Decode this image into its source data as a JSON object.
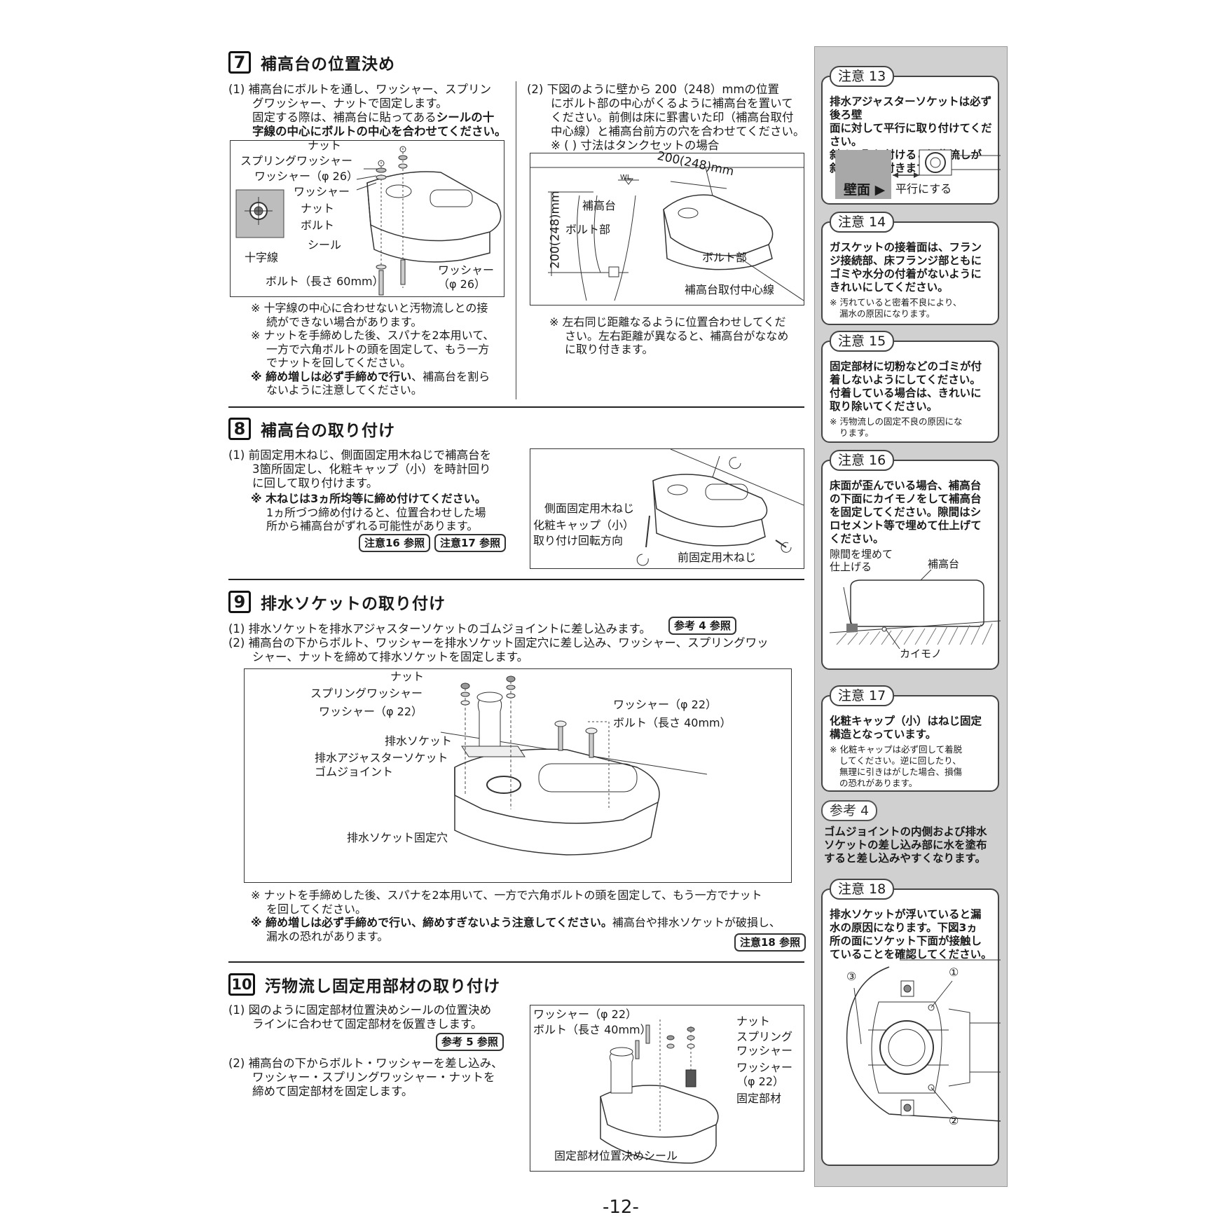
{
  "s7": {
    "num": "7",
    "title": "補高台の位置決め",
    "p1a": "(1) 補高台にボルトを通し、ワッシャー、スプリン",
    "p1b": "グワッシャー、ナットで固定します。",
    "p1c": "固定する際は、補高台に貼ってある",
    "p1d": "シールの十",
    "p1e": "字線の中心にボルトの中心を合わせてください。",
    "p2a": "(2) 下図のように壁から 200（248）mmの位置",
    "p2b": "にボルト部の中心がくるように補高台を置いて",
    "p2c": "ください。前側は床に罫書いた印（補高台取付",
    "p2d": "中心線）と補高台前方の穴を合わせてください。",
    "p2e": "※ ( ) 寸法はタンクセットの場合",
    "fig1": {
      "nut": "ナット",
      "spring": "スプリングワッシャー",
      "washer26": "ワッシャー（φ 26）",
      "washer": "ワッシャー",
      "nut2": "ナット",
      "bolt": "ボルト",
      "seal": "シール",
      "cross": "十字線",
      "bolt60": "ボルト（長さ 60mm）",
      "washer_b": "ワッシャー",
      "phi26": "（φ 26）"
    },
    "fig2": {
      "dim": "200(248)mm",
      "dim_v": "200(248)mm",
      "wl": "WL",
      "base": "補高台",
      "boltpart": "ボルト部",
      "boltpart2": "ボルト部",
      "centerline": "補高台取付中心線"
    },
    "n1a": "※ 十字線の中心に合わせないと汚物流しとの接",
    "n1b": "続ができない場合があります。",
    "n2a": "※ ナットを手締めした後、スパナを2本用いて、",
    "n2b": "一方で六角ボルトの頭を固定して、もう一方",
    "n2c": "でナットを回してください。",
    "n3a": "※ 締め増しは必ず手締めで行い",
    "n3b": "、補高台を割ら",
    "n3c": "ないように注意してください。",
    "n4a": "※ 左右同じ距離なるように位置合わせしてくだ",
    "n4b": "さい。左右距離が異なると、補高台がななめ",
    "n4c": "に取り付きます。"
  },
  "s8": {
    "num": "8",
    "title": "補高台の取り付け",
    "p1a": "(1) 前固定用木ねじ、側面固定用木ねじで補高台を",
    "p1b": "3箇所固定し、化粧キャップ（小）を時計回り",
    "p1c": "に回して取り付けます。",
    "n1a": "※ 木ねじは3ヵ所均等に締め付けてください。",
    "n1b": "1ヵ所づつ締め付けると、位置合わせした場",
    "n1c": "所から補高台がずれる可能性があります。",
    "ref1": "注意16 参照",
    "ref2": "注意17 参照",
    "fig": {
      "side": "側面固定用木ねじ",
      "cap": "化粧キャップ（小）",
      "rot": "取り付け回転方向",
      "front": "前固定用木ねじ"
    }
  },
  "s9": {
    "num": "9",
    "title": "排水ソケットの取り付け",
    "p1": "(1) 排水ソケットを排水アジャスターソケットのゴムジョイントに差し込みます。",
    "ref": "参考 4 参照",
    "p2a": "(2) 補高台の下からボルト、ワッシャーを排水ソケット固定穴に差し込み、ワッシャー、スプリングワッ",
    "p2b": "シャー、ナットを締めて排水ソケットを固定します。",
    "fig": {
      "nut": "ナット",
      "spring": "スプリングワッシャー",
      "washer22a": "ワッシャー（φ 22）",
      "washer22b": "ワッシャー（φ 22）",
      "bolt40": "ボルト（長さ 40mm）",
      "socket": "排水ソケット",
      "adj1": "排水アジャスターソケット",
      "adj2": "ゴムジョイント",
      "hole": "排水ソケット固定穴"
    },
    "n1a": "※ ナットを手締めした後、スパナを2本用いて、一方で六角ボルトの頭を固定して、もう一方でナット",
    "n1b": "を回してください。",
    "n2a": "※ 締め増しは必ず手締めで行い、締めすぎないよう注意してください。",
    "n2b": "補高台や排水ソケットが破損し、",
    "n2c": "漏水の恐れがあります。",
    "ref2": "注意18 参照"
  },
  "s10": {
    "num": "10",
    "title": "汚物流し固定用部材の取り付け",
    "p1a": "(1) 図のように固定部材位置決めシールの位置決め",
    "p1b": "ラインに合わせて固定部材を仮置きします。",
    "ref": "参考 5 参照",
    "p2a": "(2) 補高台の下からボルト・ワッシャーを差し込み、",
    "p2b": "ワッシャー・スプリングワッシャー・ナットを",
    "p2c": "締めて固定部材を固定します。",
    "fig": {
      "washer22": "ワッシャー（φ 22）",
      "bolt40": "ボルト（長さ 40mm）",
      "nut": "ナット",
      "spring1": "スプリング",
      "spring2": "ワッシャー",
      "washer_b": "ワッシャー",
      "phi22": "（φ 22）",
      "member": "固定部材",
      "seal": "固定部材位置決めシール"
    }
  },
  "sidebar": {
    "c13": {
      "tag": "注意 13",
      "t1": "排水アジャスターソケットは必ず後ろ壁",
      "t2": "面に対して平行に取り付けてください。",
      "t3": "斜めに取り付けると汚物流しが",
      "t4": "斜めに取り付きます。",
      "wall": "壁面 ▶",
      "parallel": "平行にする"
    },
    "c14": {
      "tag": "注意 14",
      "t1": "ガスケットの接着面は、フラン",
      "t2": "ジ接続部、床フランジ部ともに",
      "t3": "ゴミや水分の付着がないように",
      "t4": "きれいにしてください。",
      "s1": "※ 汚れていると密着不良により、",
      "s2": "漏水の原因になります。"
    },
    "c15": {
      "tag": "注意 15",
      "t1": "固定部材に切粉などのゴミが付",
      "t2": "着しないようにしてください。",
      "t3": "付着している場合は、きれいに",
      "t4": "取り除いてください。",
      "s1": "※ 汚物流しの固定不良の原因にな",
      "s2": "ります。"
    },
    "c16": {
      "tag": "注意 16",
      "t1": "床面が歪んでいる場合、補高台",
      "t2": "の下面にカイモノをして補高台",
      "t3": "を固定してください。隙間はシ",
      "t4": "ロセメント等で埋めて仕上げて",
      "t5": "ください。",
      "gap1": "隙間を埋めて",
      "gap2": "仕上げる",
      "base": "補高台",
      "shim": "カイモノ"
    },
    "c17": {
      "tag": "注意 17",
      "t1": "化粧キャップ（小）はねじ固定",
      "t2": "構造となっています。",
      "s1": "※ 化粧キャップは必ず回して着脱",
      "s2": "してください。逆に回したり、",
      "s3": "無理に引きはがした場合、損傷",
      "s4": "の恐れがあります。"
    },
    "r4": {
      "tag": "参考 4",
      "t1": "ゴムジョイントの内側および排水",
      "t2": "ソケットの差し込み部に水を塗布",
      "t3": "すると差し込みやすくなります。"
    },
    "c18": {
      "tag": "注意 18",
      "t1": "排水ソケットが浮いていると漏",
      "t2": "水の原因になります。下図3ヵ",
      "t3": "所の面にソケット下面が接触し",
      "t4": "ていることを確認してください。",
      "m1": "①",
      "m2": "②",
      "m3": "③"
    }
  },
  "page_number": "-12-"
}
